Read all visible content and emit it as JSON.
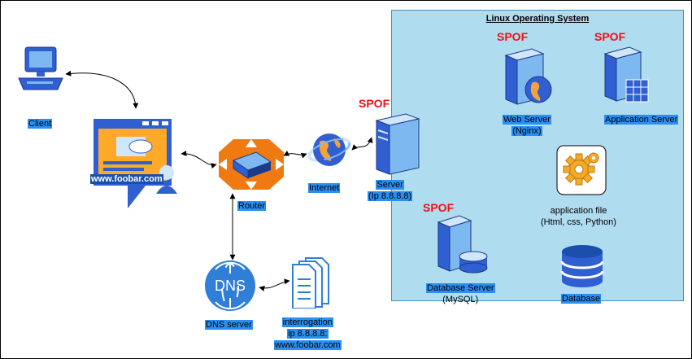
{
  "region": {
    "title": "Linux Operating System"
  },
  "spof_label": "SPOF",
  "nodes": {
    "client": {
      "label": "Client"
    },
    "browser": {
      "url": "www.foobar.com"
    },
    "router": {
      "label": "Router"
    },
    "internet": {
      "label": "Internet"
    },
    "server": {
      "label_line1": "Server",
      "label_line2": "(Ip 8.8.8.8)"
    },
    "web_server": {
      "label_line1": "Web Server",
      "label_line2": "(Nginx)"
    },
    "app_server": {
      "label": "Application Server"
    },
    "app_file": {
      "label_line1": "application file",
      "label_line2": "(Html, css, Python)"
    },
    "db_server": {
      "label_line1": "Database Server",
      "label_line2": "(MySQL)"
    },
    "database": {
      "label": "Database"
    },
    "dns": {
      "icon_text": "DNS",
      "label": "DNS server"
    },
    "interrogation": {
      "line1": "interrogation",
      "line2": "ip 8.8.8.8:",
      "line3": "www.foobar.com"
    }
  },
  "colors": {
    "region_fill": "#b0dcef",
    "label_highlight": "#2a8ff0",
    "spof": "#ee1111",
    "router": "#f07a12"
  }
}
